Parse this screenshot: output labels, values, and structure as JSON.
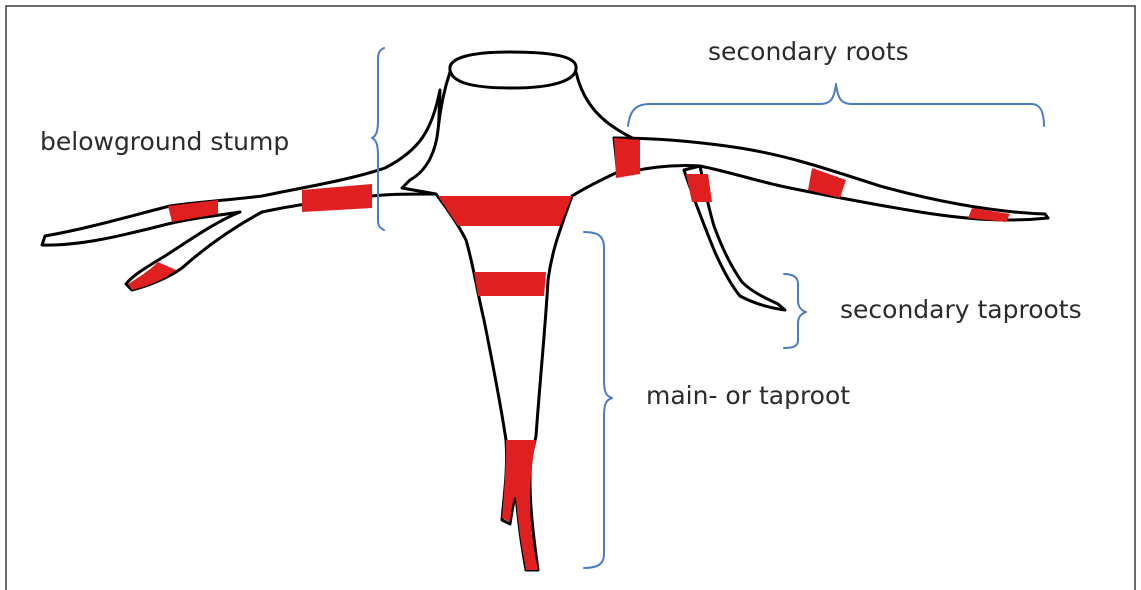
{
  "labels": {
    "belowground_stump": "belowground stump",
    "secondary_roots": "secondary roots",
    "secondary_taproots": "secondary taproots",
    "main_taproot": "main- or taproot"
  },
  "colors": {
    "frame": "#3a3a3a",
    "outline": "#000000",
    "sample_band": "#e02020",
    "brace": "#4a7cc4",
    "text": "#2b2b2b"
  }
}
